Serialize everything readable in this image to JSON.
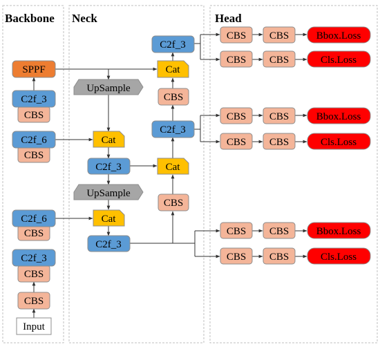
{
  "sections": {
    "backbone": "Backbone",
    "neck": "Neck",
    "head": "Head"
  },
  "colors": {
    "cbs": "#f4b599",
    "c2f": "#5b9bd5",
    "cat": "#ffc000",
    "sppf": "#ed7d31",
    "upsample": "#a6a6a6",
    "loss": "#ff0000",
    "input": "#ffffff",
    "border": "#8c8c8c",
    "panel_border": "#bfbfbf"
  },
  "backbone": {
    "input": "Input",
    "cbs_1": "CBS",
    "cbs_2": "CBS",
    "c2f3_1": "C2f_3",
    "cbs_3": "CBS",
    "c2f6_1": "C2f_6",
    "cbs_4": "CBS",
    "c2f6_2": "C2f_6",
    "cbs_5": "CBS",
    "c2f3_2": "C2f_3",
    "sppf": "SPPF"
  },
  "neck": {
    "upsample_1": "UpSample",
    "cat_1": "Cat",
    "c2f3_1": "C2f_3",
    "upsample_2": "UpSample",
    "cat_2": "Cat",
    "c2f3_2": "C2f_3",
    "cbs_1": "CBS",
    "cat_3": "Cat",
    "c2f3_3": "C2f_3",
    "cbs_2": "CBS",
    "cat_4": "Cat",
    "c2f3_4": "C2f_3"
  },
  "head": {
    "rows": [
      {
        "cbs_a": "CBS",
        "cbs_b": "CBS",
        "loss": "Bbox.Loss"
      },
      {
        "cbs_a": "CBS",
        "cbs_b": "CBS",
        "loss": "Cls.Loss"
      },
      {
        "cbs_a": "CBS",
        "cbs_b": "CBS",
        "loss": "Bbox.Loss"
      },
      {
        "cbs_a": "CBS",
        "cbs_b": "CBS",
        "loss": "Cls.Loss"
      },
      {
        "cbs_a": "CBS",
        "cbs_b": "CBS",
        "loss": "Bbox.Loss"
      },
      {
        "cbs_a": "CBS",
        "cbs_b": "CBS",
        "loss": "Cls.Loss"
      }
    ]
  }
}
